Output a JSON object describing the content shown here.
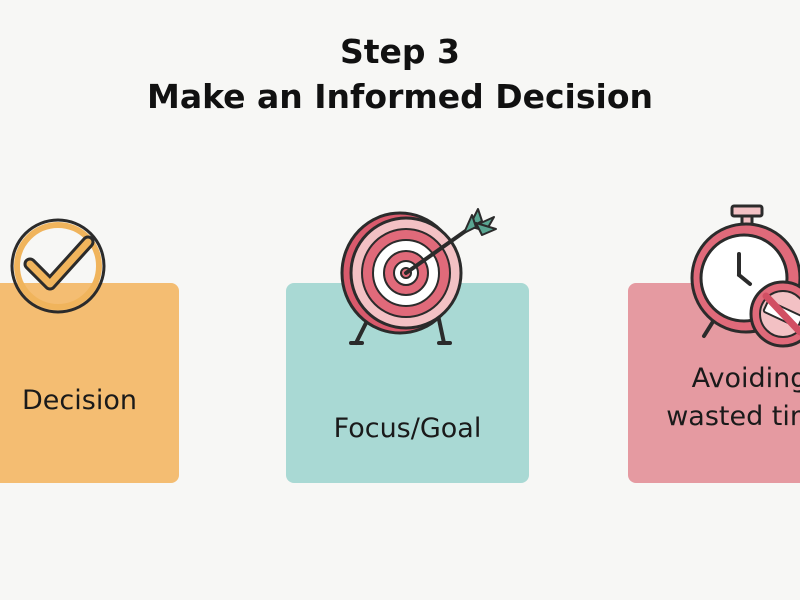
{
  "title": {
    "line1": "Step 3",
    "line2": "Make an Informed Decision"
  },
  "cards": [
    {
      "label": "Decision",
      "icon": "checkmark-circle-icon",
      "color": "#f4bd72"
    },
    {
      "label": "Focus/Goal",
      "icon": "target-arrow-icon",
      "color": "#a9d9d4"
    },
    {
      "label": "Avoiding\nwasted time",
      "icon": "stopwatch-no-waste-icon",
      "color": "#e59aa1"
    }
  ],
  "colors": {
    "background": "#f7f7f5",
    "outline": "#2b2b2b",
    "accent_red": "#e06a7a",
    "accent_pink": "#f3c1c4",
    "accent_teal": "#5aa692",
    "accent_orange": "#f0b45c"
  }
}
